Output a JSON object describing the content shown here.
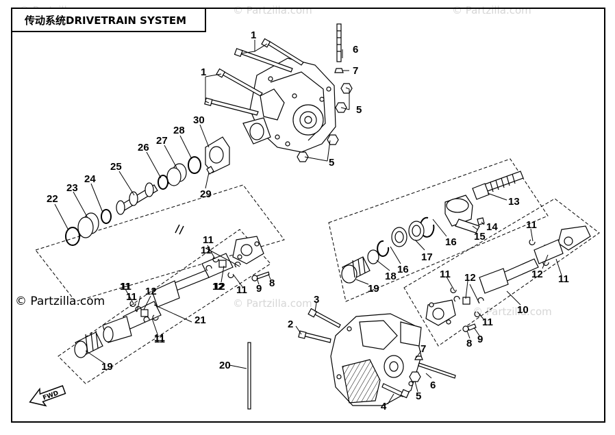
{
  "title": "传动系统DRIVETRAIN SYSTEM",
  "copyright": "© Partzilla.com",
  "watermark": "© Partzilla.com",
  "forward_arrow": "FWD",
  "callouts": [
    {
      "id": "c1a",
      "text": "1"
    },
    {
      "id": "c1b",
      "text": "1"
    },
    {
      "id": "c6a",
      "text": "6"
    },
    {
      "id": "c7a",
      "text": "7"
    },
    {
      "id": "c5a",
      "text": "5"
    },
    {
      "id": "c5b",
      "text": "5"
    },
    {
      "id": "c30",
      "text": "30"
    },
    {
      "id": "c28",
      "text": "28"
    },
    {
      "id": "c27",
      "text": "27"
    },
    {
      "id": "c26",
      "text": "26"
    },
    {
      "id": "c25",
      "text": "25"
    },
    {
      "id": "c24",
      "text": "24"
    },
    {
      "id": "c23",
      "text": "23"
    },
    {
      "id": "c22",
      "text": "22"
    },
    {
      "id": "c29",
      "text": "29"
    },
    {
      "id": "c13",
      "text": "13"
    },
    {
      "id": "c14",
      "text": "14"
    },
    {
      "id": "c15",
      "text": "15"
    },
    {
      "id": "c16a",
      "text": "16"
    },
    {
      "id": "c16b",
      "text": "16"
    },
    {
      "id": "c17",
      "text": "17"
    },
    {
      "id": "c18",
      "text": "18"
    },
    {
      "id": "c19a",
      "text": "19"
    },
    {
      "id": "c11a",
      "text": "11"
    },
    {
      "id": "c11b",
      "text": "11"
    },
    {
      "id": "c12a",
      "text": "12"
    },
    {
      "id": "c11c",
      "text": "11"
    },
    {
      "id": "c11d",
      "text": "11"
    },
    {
      "id": "c12b",
      "text": "12"
    },
    {
      "id": "c11e",
      "text": "11"
    },
    {
      "id": "c11f",
      "text": "11"
    },
    {
      "id": "c9a",
      "text": "9"
    },
    {
      "id": "c8a",
      "text": "8"
    },
    {
      "id": "c12c",
      "text": "12"
    },
    {
      "id": "c11g",
      "text": "11"
    },
    {
      "id": "c11h",
      "text": "11"
    },
    {
      "id": "c21",
      "text": "21"
    },
    {
      "id": "c19b",
      "text": "19"
    },
    {
      "id": "c11i",
      "text": "11"
    },
    {
      "id": "c12d",
      "text": "12"
    },
    {
      "id": "c11j",
      "text": "11"
    },
    {
      "id": "c11k",
      "text": "11"
    },
    {
      "id": "c12e",
      "text": "12"
    },
    {
      "id": "c11l",
      "text": "11"
    },
    {
      "id": "c10",
      "text": "10"
    },
    {
      "id": "c8b",
      "text": "8"
    },
    {
      "id": "c9b",
      "text": "9"
    },
    {
      "id": "c3",
      "text": "3"
    },
    {
      "id": "c2",
      "text": "2"
    },
    {
      "id": "c7b",
      "text": "7"
    },
    {
      "id": "c6b",
      "text": "6"
    },
    {
      "id": "c5c",
      "text": "5"
    },
    {
      "id": "c4",
      "text": "4"
    },
    {
      "id": "c20",
      "text": "20"
    }
  ],
  "colors": {
    "line": "#000000",
    "watermark": "#d6d6d6",
    "background": "#ffffff"
  }
}
